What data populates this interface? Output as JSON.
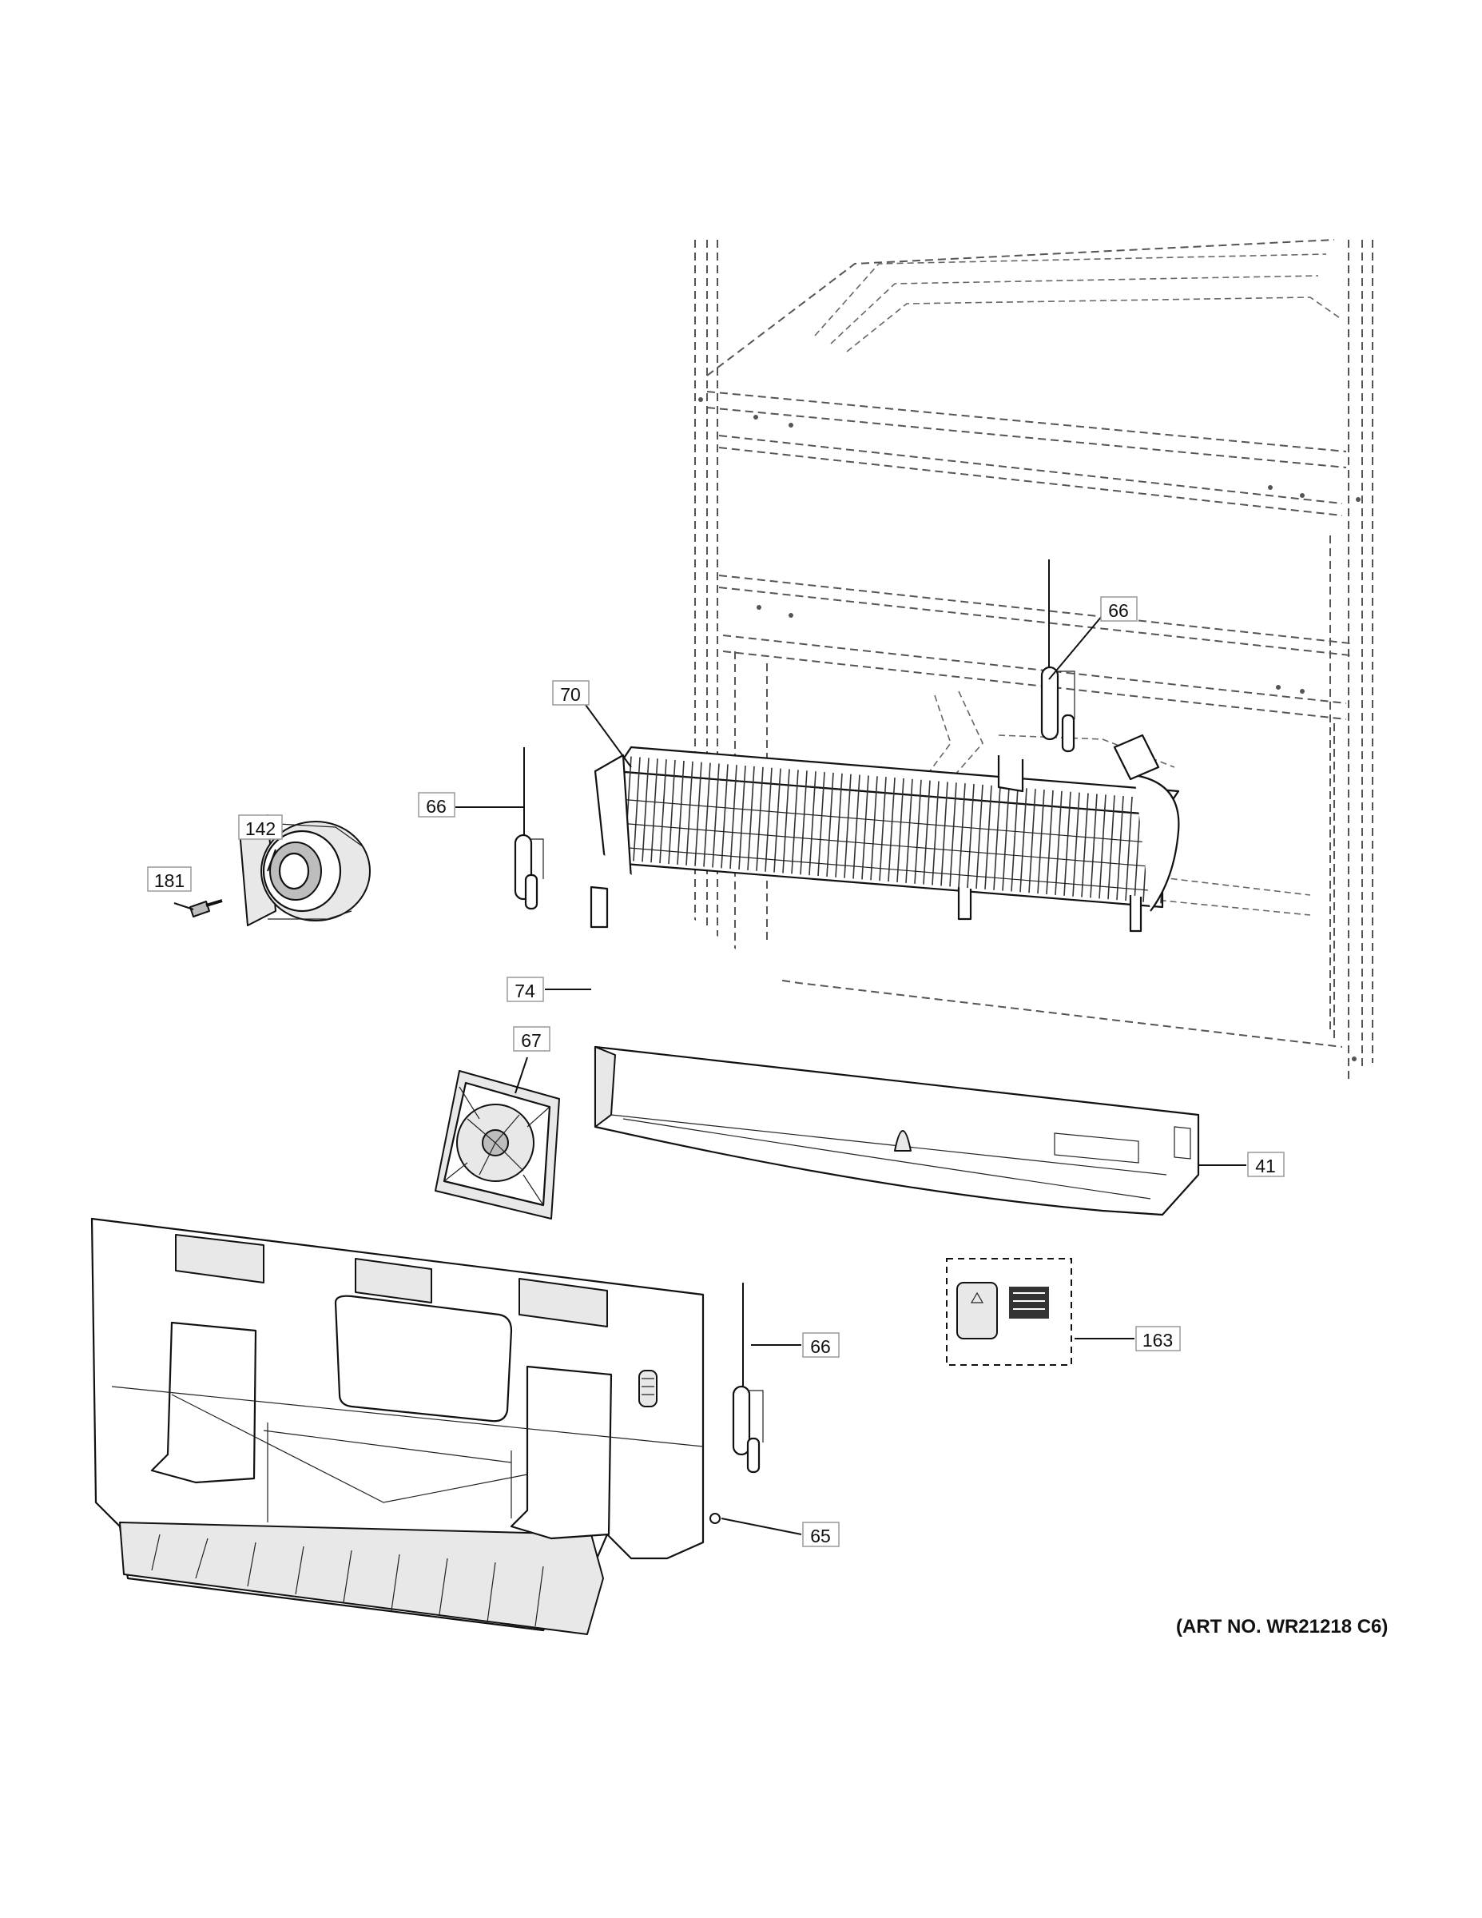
{
  "art_number": "(ART NO. WR21218 C6)",
  "callouts": {
    "c66_top": "66",
    "c70": "70",
    "c66_left": "66",
    "c142": "142",
    "c181": "181",
    "c74": "74",
    "c67": "67",
    "c41": "41",
    "c163": "163",
    "c66_bottom": "66",
    "c65": "65"
  }
}
